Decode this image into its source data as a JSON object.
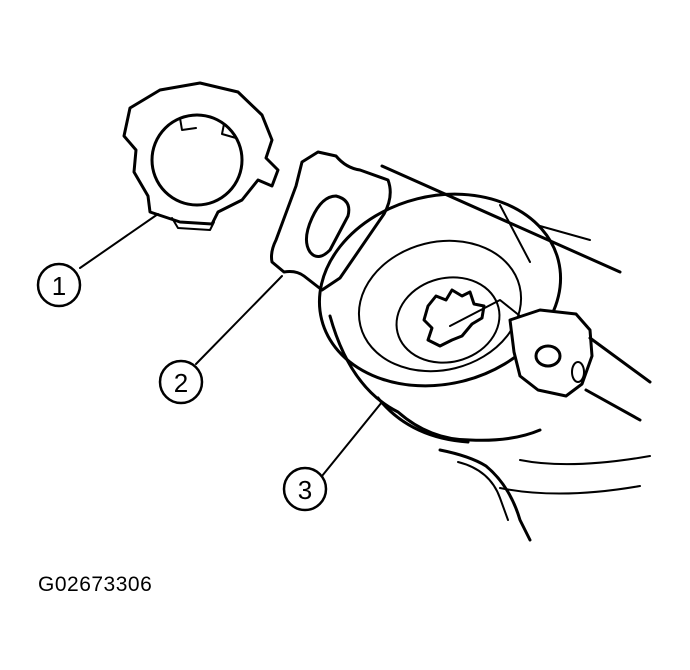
{
  "callouts": [
    {
      "number": "1",
      "part": "retainer-ring"
    },
    {
      "number": "2",
      "part": "gasket"
    },
    {
      "number": "3",
      "part": "housing"
    }
  ],
  "figure_id": "G02673306",
  "colors": {
    "ink": "#000000",
    "background": "#ffffff"
  }
}
